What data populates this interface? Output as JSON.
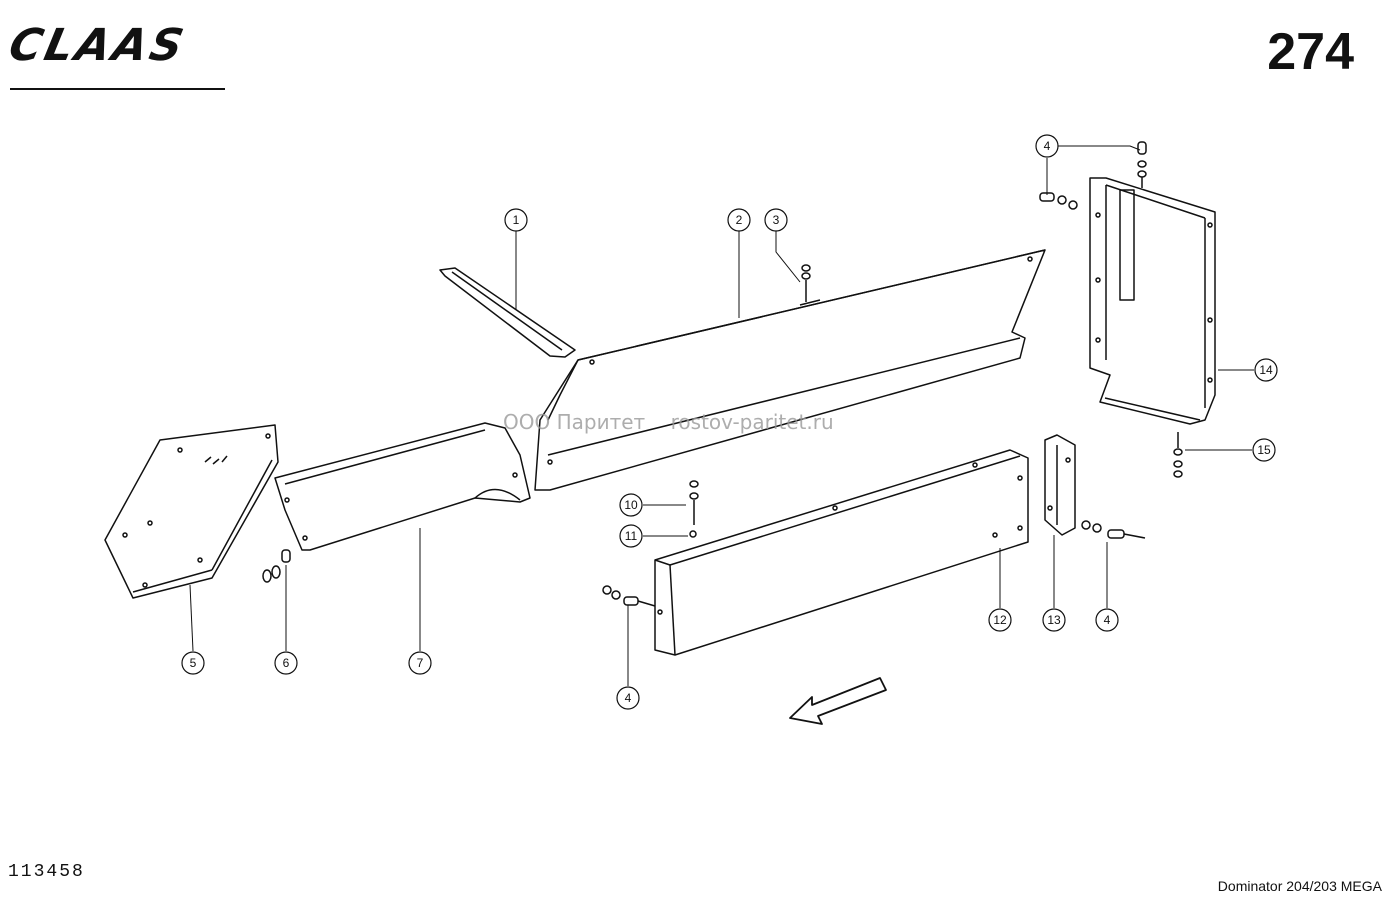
{
  "header": {
    "brand": "CLAAS",
    "page_number": "274"
  },
  "footer": {
    "drawing_number": "113458",
    "model": "Dominator 204/203 MEGA"
  },
  "watermark": {
    "company": "ООО Паритет",
    "site": "rostov-paritet.ru"
  },
  "callouts": {
    "c1": "1",
    "c2": "2",
    "c3": "3",
    "c4a": "4",
    "c4b": "4",
    "c4c": "4",
    "c5": "5",
    "c6": "6",
    "c7": "7",
    "c10": "10",
    "c11": "11",
    "c12": "12",
    "c13": "13",
    "c14": "14",
    "c15": "15"
  }
}
